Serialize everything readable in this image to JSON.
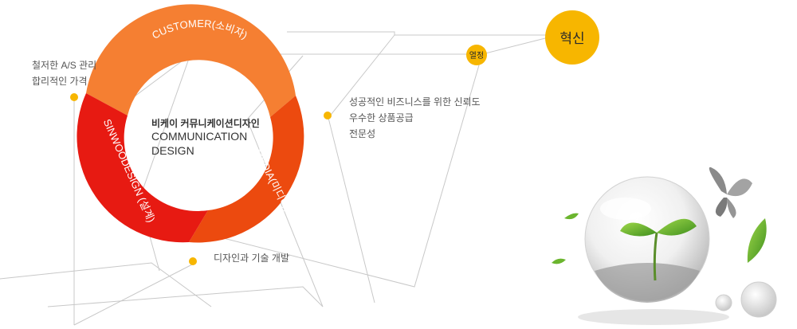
{
  "diagram": {
    "center": {
      "subtitle": "비케이  커뮤니케이션디자인",
      "title_line1": "COMMUNICATION",
      "title_line2": "DESIGN"
    },
    "segments": {
      "customer": "CUSTOMER(소비자)",
      "media": "MEDIA(미디어)",
      "sinwoo": "SINWOODESIGN (설계)"
    },
    "callouts": {
      "left_line1": "철저한 A/S 관리",
      "left_line2": "합리적인 가격",
      "right_line1": "성공적인 비즈니스를 위한 신뢰도",
      "right_line2": "우수한 상품공급",
      "right_line3": "전문성",
      "bottom": "디자인과 기술 개발"
    },
    "badges": {
      "small": "열정",
      "large": "혁신"
    },
    "colors": {
      "customer": "#F57F32",
      "media": "#EC4A0F",
      "sinwoo": "#E71A12",
      "accent": "#F7B600",
      "line": "#C8C8C8"
    }
  }
}
